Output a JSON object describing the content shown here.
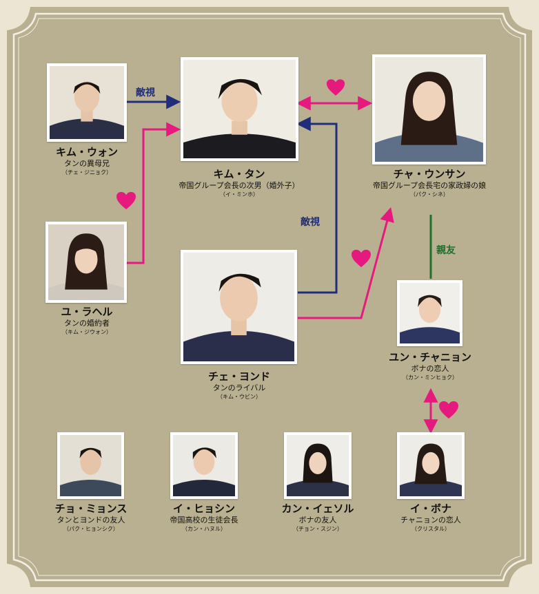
{
  "colors": {
    "frame_bg": "#b9b091",
    "frame_border": "#f3efe4",
    "rival": "#1f2d7a",
    "love": "#e5197e",
    "friend": "#1f6f2c"
  },
  "characters": [
    {
      "id": "kim_won",
      "name": "キム・ウォン",
      "role": "タンの異母兄",
      "actor": "（チェ・ジニョク）"
    },
    {
      "id": "kim_tan",
      "name": "キム・タン",
      "role": "帝国グループ会長の次男（婚外子）",
      "actor": "（イ・ミンホ）"
    },
    {
      "id": "cha_eunsang",
      "name": "チャ・ウンサン",
      "role": "帝国グループ会長宅の家政婦の娘",
      "actor": "（パク・シネ）"
    },
    {
      "id": "yoo_rachel",
      "name": "ユ・ラヘル",
      "role": "タンの婚約者",
      "actor": "（キム・ジウォン）"
    },
    {
      "id": "choi_youngdo",
      "name": "チェ・ヨンド",
      "role": "タンのライバル",
      "actor": "（キム・ウビン）"
    },
    {
      "id": "yoon_chanyoung",
      "name": "ユン・チャニョン",
      "role": "ボナの恋人",
      "actor": "（カン・ミンヒョク）"
    },
    {
      "id": "jo_myungsoo",
      "name": "チョ・ミョンス",
      "role": "タンとヨンドの友人",
      "actor": "（パク・ヒョンシク）"
    },
    {
      "id": "lee_hyoshin",
      "name": "イ・ヒョシン",
      "role": "帝国高校の生徒会長",
      "actor": "（カン・ハヌル）"
    },
    {
      "id": "kang_yeseul",
      "name": "カン・イェソル",
      "role": "ボナの友人",
      "actor": "（チョン・スジン）"
    },
    {
      "id": "lee_bona",
      "name": "イ・ボナ",
      "role": "チャニョンの恋人",
      "actor": "（クリスタル）"
    }
  ],
  "relations": {
    "won_tan": "敵視",
    "youngdo_tan": "敵視",
    "eunsang_chanyoung": "親友"
  },
  "icons": [
    "heart-icon",
    "arrow-icon"
  ]
}
